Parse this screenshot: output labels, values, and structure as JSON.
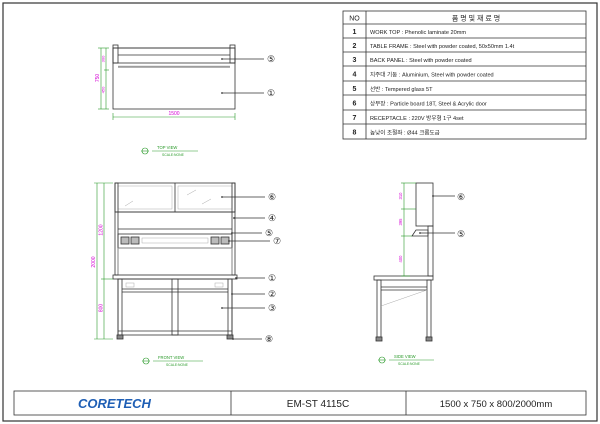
{
  "spec_table": {
    "header": {
      "no": "NO",
      "name": "품 명 및 재 료 명"
    },
    "rows": [
      {
        "no": "1",
        "text": "WORK TOP : Phenolic laminate 20mm"
      },
      {
        "no": "2",
        "text": "TABLE FRAME : Steel with powder coated, 50x50mm 1.4t"
      },
      {
        "no": "3",
        "text": "BACK PANEL : Steel with powder coated"
      },
      {
        "no": "4",
        "text": "지주대 기둥 : Aluminium, Steel with powder coated"
      },
      {
        "no": "5",
        "text": "선반 : Tempered glass 5T"
      },
      {
        "no": "6",
        "text": "상부장 : Particle board 18T, Steel & Acrylic door"
      },
      {
        "no": "7",
        "text": "RECEPTACLE : 220V 방우형 1구 4set"
      },
      {
        "no": "8",
        "text": "높낮이 조절좌 : Ø44 크롬도금"
      }
    ]
  },
  "views": {
    "top": {
      "caption": "TOP VIEW",
      "scale": "SCALE:NONE"
    },
    "front": {
      "caption": "FRONT VIEW",
      "scale": "SCALE:NONE"
    },
    "side": {
      "caption": "SIDE VIEW",
      "scale": "SCALE:NONE"
    }
  },
  "dimensions": {
    "top_width": "1500",
    "top_depth": "750",
    "top_depth_a": "300",
    "top_depth_b": "450",
    "front_total": "2000",
    "front_upper": "1200",
    "front_lower": "800",
    "side_a": "310",
    "side_b": "395",
    "side_c": "400"
  },
  "callouts": [
    "①",
    "②",
    "③",
    "④",
    "⑤",
    "⑥",
    "⑦",
    "⑧"
  ],
  "title_block": {
    "brand": "CORETECH",
    "model": "EM-ST 4115C",
    "size": "1500 x 750 x 800/2000mm",
    "brand_color": "#1f5fb5"
  }
}
